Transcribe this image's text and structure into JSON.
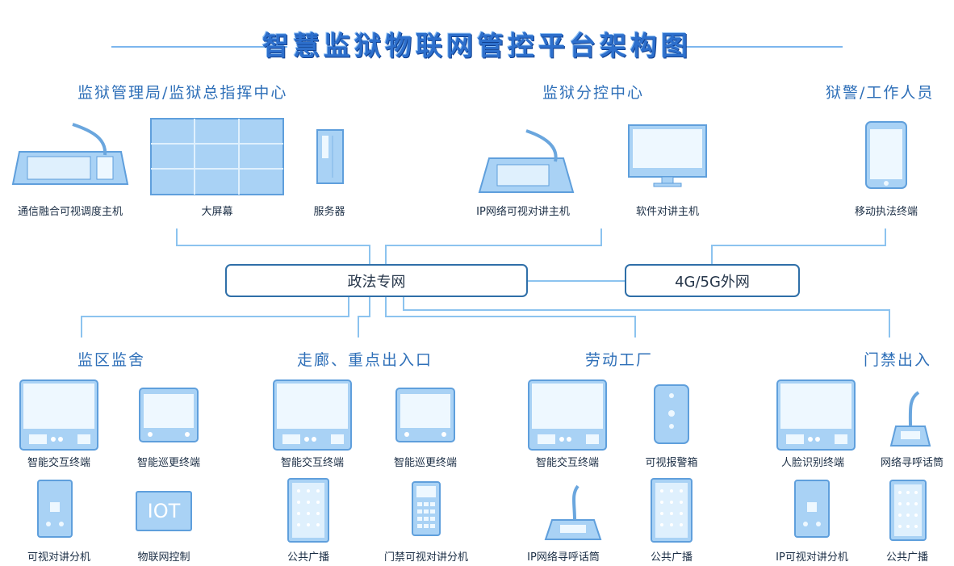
{
  "title": "智慧监狱物联网管控平台架构图",
  "groups": {
    "top_left": "监狱管理局/监狱总指挥中心",
    "top_mid": "监狱分控中心",
    "top_right": "狱警/工作人员",
    "b1": "监区监舍",
    "b2": "走廊、重点出入口",
    "b3": "劳动工厂",
    "b4": "门禁出入"
  },
  "networks": {
    "main": "政法专网",
    "external": "4G/5G外网"
  },
  "devices": {
    "dispatch_host": "通信融合可视调度主机",
    "big_screen": "大屏幕",
    "server": "服务器",
    "ip_intercom_host": "IP网络可视对讲主机",
    "soft_intercom_host": "软件对讲主机",
    "mobile_terminal": "移动执法终端",
    "b1_interactive": "智能交互终端",
    "b1_patrol": "智能巡更终端",
    "b1_video_ext": "可视对讲分机",
    "b1_iot": "物联网控制",
    "iot_badge": "IOT",
    "b2_interactive": "智能交互终端",
    "b2_patrol": "智能巡更终端",
    "b2_broadcast": "公共广播",
    "b2_door_ext": "门禁可视对讲分机",
    "b3_interactive": "智能交互终端",
    "b3_alarm": "可视报警箱",
    "b3_paging_mic": "IP网络寻呼话筒",
    "b3_broadcast": "公共广播",
    "b4_face": "人脸识别终端",
    "b4_paging_mic": "网络寻呼话筒",
    "b4_ip_ext": "IP可视对讲分机",
    "b4_broadcast": "公共广播"
  },
  "colors": {
    "device_fill": "#a9d2f5",
    "device_screen": "#dff0fd",
    "device_stroke": "#5f9fdc",
    "line": "#8cc3ef",
    "net_border": "#2f6fa8"
  }
}
